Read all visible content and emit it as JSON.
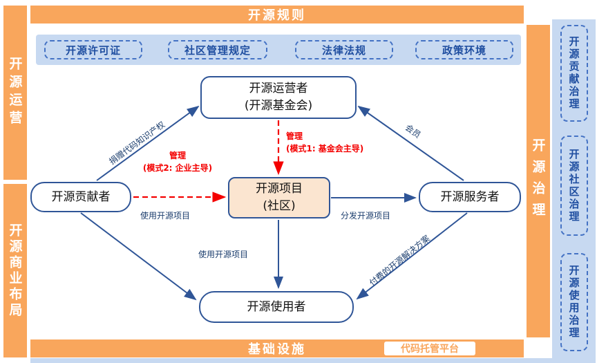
{
  "frame": {
    "top_banner": "开源规则",
    "bottom_banner": "基础设施",
    "bottom_tag": "代码托管平台",
    "left_top_banner": "开源运营",
    "left_bottom_banner": "开源商业布局",
    "right_banner": "开源治理"
  },
  "rules_band": {
    "items": [
      "开源许可证",
      "社区管理规定",
      "法律法规",
      "政策环境"
    ]
  },
  "governance_column": {
    "items": [
      "开源贡献治理",
      "开源社区治理",
      "开源使用治理"
    ]
  },
  "nodes": {
    "operator_line1": "开源运营者",
    "operator_line2": "(开源基金会)",
    "contributor": "开源贡献者",
    "project_line1": "开源项目",
    "project_line2": "(社区)",
    "servicer": "开源服务者",
    "user": "开源使用者"
  },
  "edges": {
    "donate_ip": "捐赠代码知识产权",
    "member": "会员",
    "manage_mode1_line1": "管理",
    "manage_mode1_line2": "(模式1: 基金会主导)",
    "manage_mode2_line1": "管理",
    "manage_mode2_line2": "(模式2: 企业主导)",
    "use_project_left": "使用开源项目",
    "use_project_center": "使用开源项目",
    "distribute_project": "分发开源项目",
    "paid_solution": "付费的开源解决方案"
  },
  "colors": {
    "orange": "#F9A65C",
    "dark_blue": "#2F5597",
    "red": "#F40000",
    "band_blue": "#C7D9F1",
    "project_fill": "#FBE5D0"
  }
}
